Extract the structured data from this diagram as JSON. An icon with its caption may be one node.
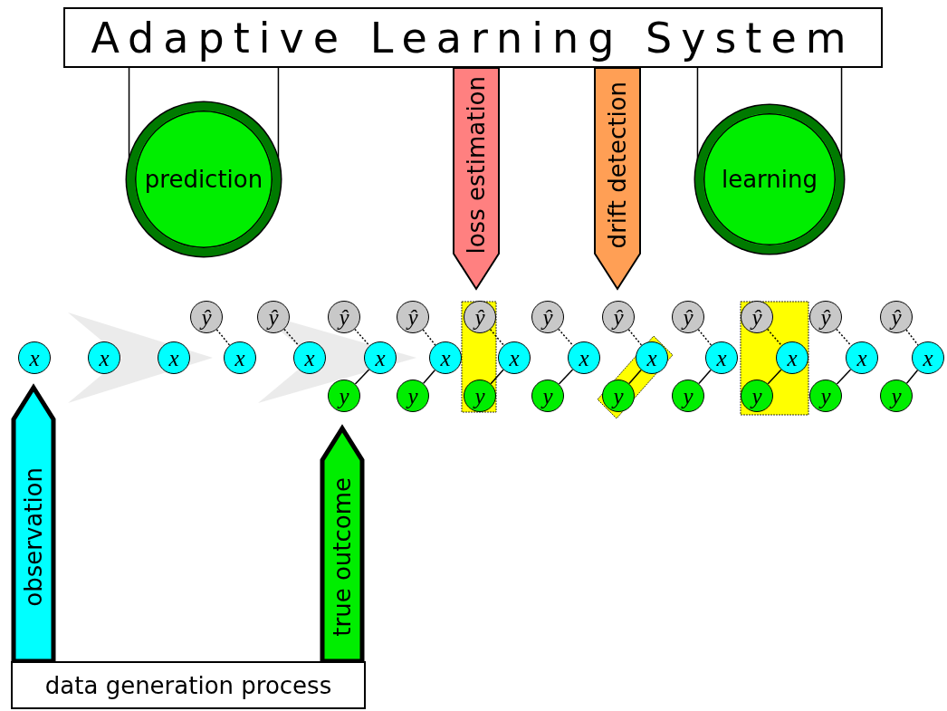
{
  "diagram": {
    "nodes": [
      {
        "text": [
          "Adaptive Learning System"
        ]
      },
      {
        "text": [
          "prediction"
        ]
      },
      {
        "text": [
          "loss estimation"
        ]
      },
      {
        "text": [
          "drift detection"
        ]
      },
      {
        "text": [
          "learning"
        ]
      },
      {
        "text": [
          "ŷ"
        ]
      },
      {
        "text": [
          "ŷ"
        ]
      },
      {
        "text": [
          "ŷ"
        ]
      },
      {
        "text": [
          "ŷ"
        ]
      },
      {
        "text": [
          "ŷ"
        ]
      },
      {
        "text": [
          "ŷ"
        ]
      },
      {
        "text": [
          "ŷ"
        ]
      },
      {
        "text": [
          "ŷ"
        ]
      },
      {
        "text": [
          "ŷ"
        ]
      },
      {
        "text": [
          "ŷ"
        ]
      },
      {
        "text": [
          "ŷ"
        ]
      },
      {
        "text": [
          "x"
        ]
      },
      {
        "text": [
          "x"
        ]
      },
      {
        "text": [
          "x"
        ]
      },
      {
        "text": [
          "x"
        ]
      },
      {
        "text": [
          "x"
        ]
      },
      {
        "text": [
          "x"
        ]
      },
      {
        "text": [
          "x"
        ]
      },
      {
        "text": [
          "x"
        ]
      },
      {
        "text": [
          "x"
        ]
      },
      {
        "text": [
          "x"
        ]
      },
      {
        "text": [
          "x"
        ]
      },
      {
        "text": [
          "x"
        ]
      },
      {
        "text": [
          "x"
        ]
      },
      {
        "text": [
          "x"
        ]
      },
      {
        "text": [
          "y"
        ]
      },
      {
        "text": [
          "y"
        ]
      },
      {
        "text": [
          "y"
        ]
      },
      {
        "text": [
          "y"
        ]
      },
      {
        "text": [
          "y"
        ]
      },
      {
        "text": [
          "y"
        ]
      },
      {
        "text": [
          "y"
        ]
      },
      {
        "text": [
          "y"
        ]
      },
      {
        "text": [
          "y"
        ]
      },
      {
        "text": [
          "observation"
        ]
      },
      {
        "text": [
          "true outcome"
        ]
      },
      {
        "text": [
          "data generation process"
        ]
      }
    ],
    "edges": [
      {
        "from": 0,
        "to": 1,
        "arrow": "none"
      },
      {
        "from": 0,
        "to": 4,
        "arrow": "none"
      },
      {
        "from": 5,
        "to": 19,
        "arrow": "none",
        "style": "dashed"
      },
      {
        "from": 6,
        "to": 20,
        "arrow": "none",
        "style": "dashed"
      },
      {
        "from": 7,
        "to": 21,
        "arrow": "none",
        "style": "dashed"
      },
      {
        "from": 8,
        "to": 22,
        "arrow": "none",
        "style": "dashed"
      },
      {
        "from": 9,
        "to": 23,
        "arrow": "none",
        "style": "dashed"
      },
      {
        "from": 10,
        "to": 24,
        "arrow": "none",
        "style": "dashed"
      },
      {
        "from": 11,
        "to": 25,
        "arrow": "none",
        "style": "dashed"
      },
      {
        "from": 12,
        "to": 26,
        "arrow": "none",
        "style": "dashed"
      },
      {
        "from": 13,
        "to": 27,
        "arrow": "none",
        "style": "dashed"
      },
      {
        "from": 14,
        "to": 28,
        "arrow": "none",
        "style": "dashed"
      },
      {
        "from": 15,
        "to": 29,
        "arrow": "none",
        "style": "dashed"
      },
      {
        "from": 21,
        "to": 30,
        "arrow": "none"
      },
      {
        "from": 22,
        "to": 31,
        "arrow": "none"
      },
      {
        "from": 23,
        "to": 32,
        "arrow": "none"
      },
      {
        "from": 24,
        "to": 33,
        "arrow": "none"
      },
      {
        "from": 25,
        "to": 34,
        "arrow": "none"
      },
      {
        "from": 26,
        "to": 35,
        "arrow": "none"
      },
      {
        "from": 27,
        "to": 36,
        "arrow": "none"
      },
      {
        "from": 28,
        "to": 37,
        "arrow": "none"
      },
      {
        "from": 29,
        "to": 38,
        "arrow": "none"
      }
    ]
  }
}
